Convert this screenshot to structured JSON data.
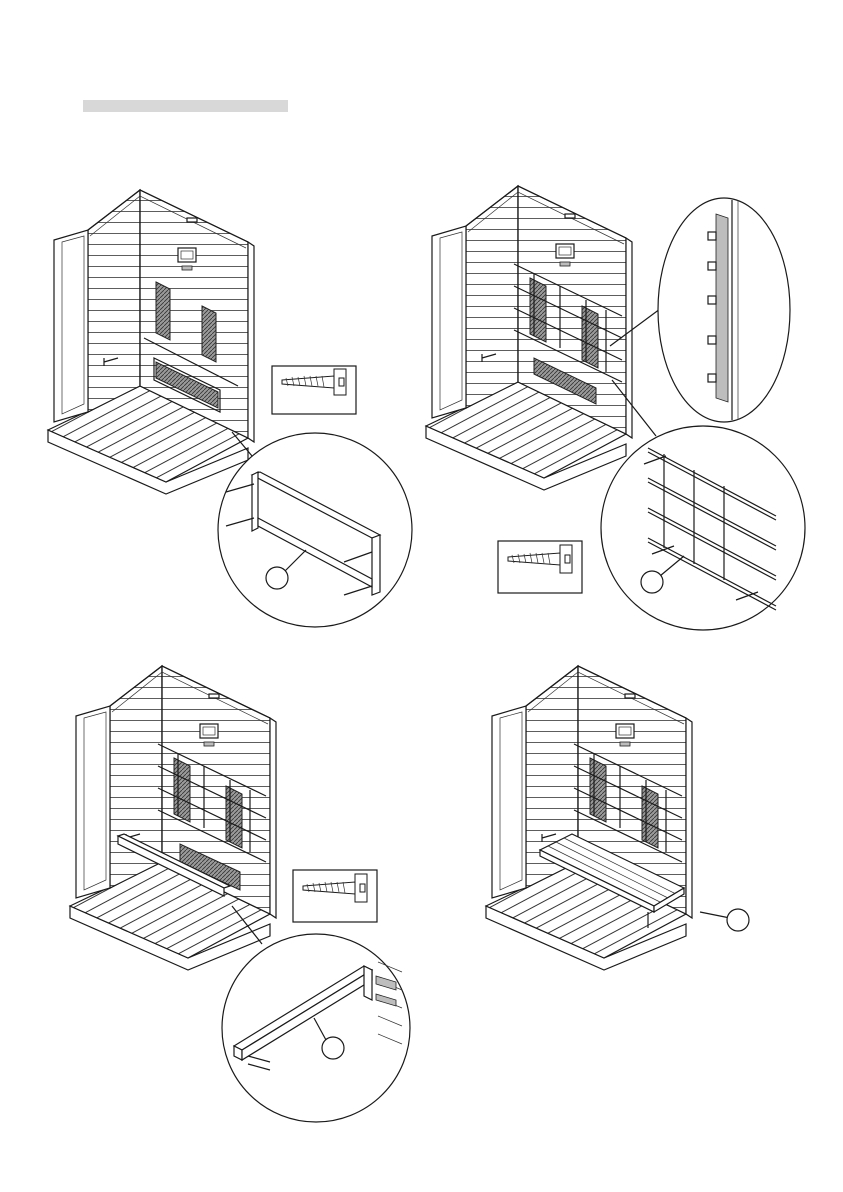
{
  "page": {
    "title_bar": ""
  },
  "steps": [
    {
      "id": "step-1",
      "callout": "",
      "detail": "bench-support-bracket"
    },
    {
      "id": "step-2",
      "callout": "",
      "detail": "backrest-rails"
    },
    {
      "id": "step-3",
      "callout": "",
      "detail": "bench-front-beam"
    },
    {
      "id": "step-4",
      "callout": "",
      "detail": "bench-seat"
    }
  ],
  "icons": {
    "screw": "screw-icon"
  },
  "colors": {
    "line": "#1a1a1a",
    "background": "#ffffff",
    "title_bar": "#d8d8d8"
  }
}
